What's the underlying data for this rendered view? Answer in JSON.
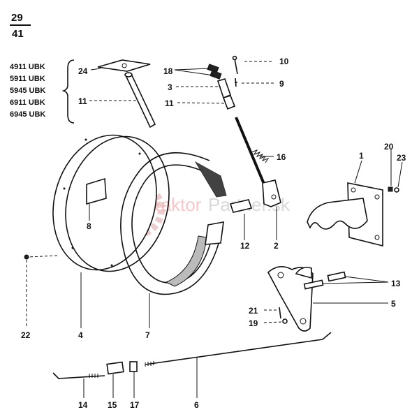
{
  "header": {
    "top": "29",
    "bottom": "41"
  },
  "models": [
    "4911 UBK",
    "5911 UBK",
    "5945 UBK",
    "6911 UBK",
    "6945 UBK"
  ],
  "watermark": {
    "text_red": "Traktor",
    "text_gray": "Partner.sk"
  },
  "callouts": {
    "p1": "1",
    "p2": "2",
    "p3": "3",
    "p4": "4",
    "p5": "5",
    "p6": "6",
    "p7": "7",
    "p8": "8",
    "p9": "9",
    "p10": "10",
    "p11a": "11",
    "p11b": "11",
    "p12": "12",
    "p13": "13",
    "p14": "14",
    "p15": "15",
    "p16": "16",
    "p17": "17",
    "p18": "18",
    "p19": "19",
    "p20": "20",
    "p21": "21",
    "p22": "22",
    "p23": "23",
    "p24": "24"
  },
  "colors": {
    "ink": "#111111",
    "watermark": "#f08080",
    "background": "#ffffff"
  }
}
